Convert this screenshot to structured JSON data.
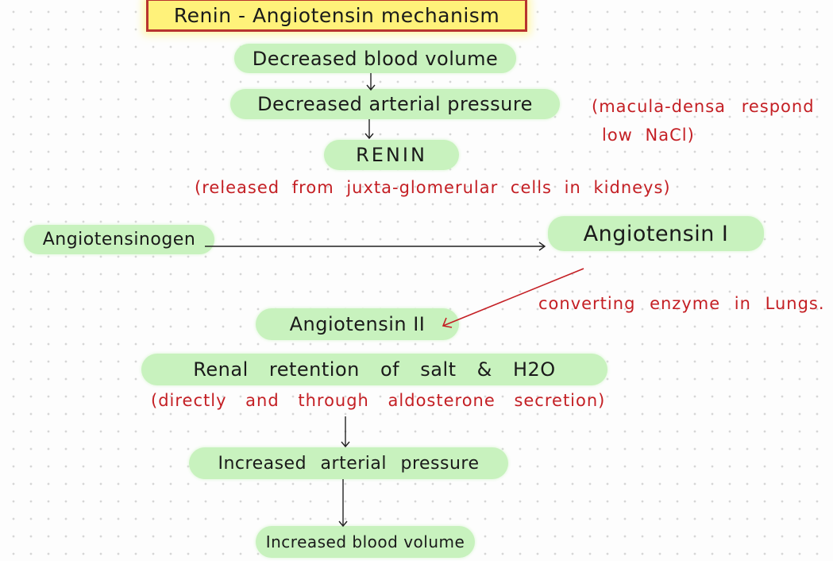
{
  "title": "Renin - Angiotensin mechanism",
  "nodes": {
    "decreased_blood_volume": "Decreased blood volume",
    "decreased_arterial_pressure": "Decreased arterial pressure",
    "renin": "RENIN",
    "angiotensinogen": "Angiotensinogen",
    "angiotensin_1": "Angiotensin I",
    "angiotensin_2": "Angiotensin II",
    "renal_retention": "Renal retention of salt & H2O",
    "increased_arterial_pressure": "Increased arterial pressure",
    "increased_blood_volume": "Increased blood volume"
  },
  "notes": {
    "macula_densa_1": "(macula-densa respond",
    "macula_densa_2": "low NaCl)",
    "renin_source": "(released from juxta-glomerular cells in kidneys)",
    "converting_enzyme": "converting enzyme in Lungs.",
    "aldosterone": "(directly and through aldosterone secretion)"
  },
  "colors": {
    "node_fill": "#c8f2be",
    "note_text": "#c41f24",
    "title_fill": "#fff27a",
    "title_border": "#b8342f"
  }
}
